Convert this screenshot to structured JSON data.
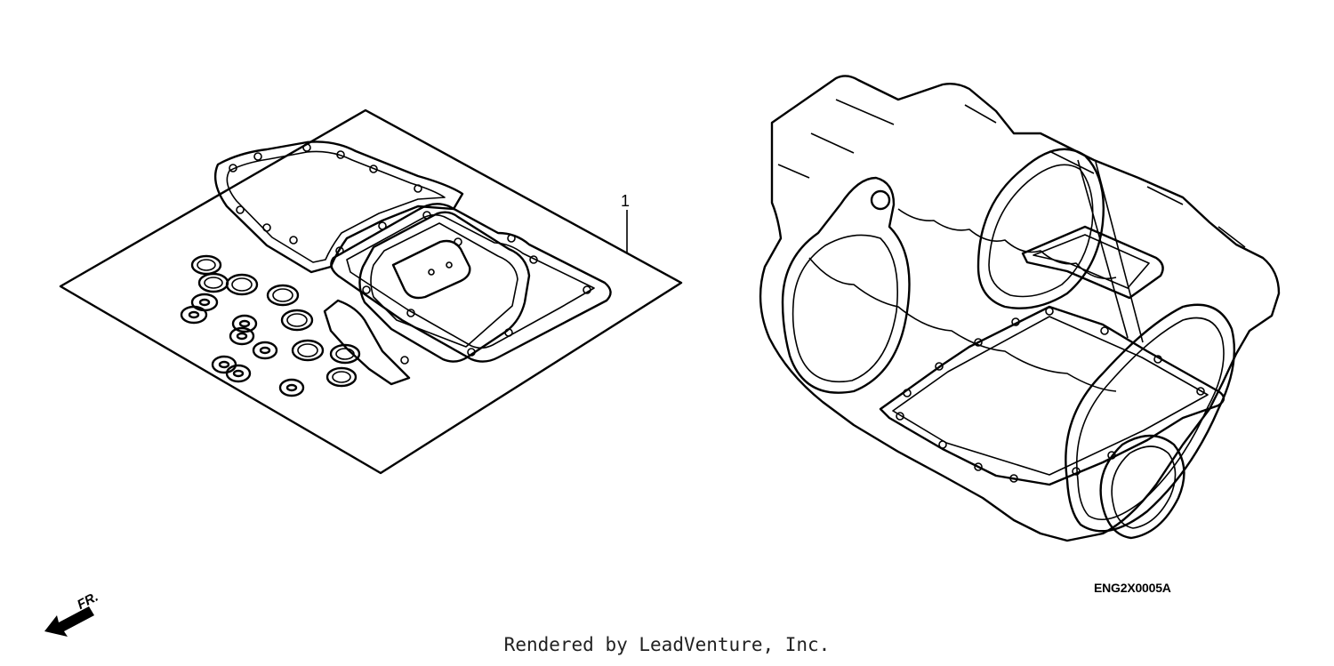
{
  "diagram": {
    "part_callout": "1",
    "diagram_code": "ENG2X0005A",
    "front_label": "FR.",
    "footer_credit": "Rendered by LeadVenture, Inc."
  },
  "icons": {
    "front_direction": "arrow-left-down-icon"
  },
  "colors": {
    "line": "#000000",
    "background": "#ffffff"
  }
}
